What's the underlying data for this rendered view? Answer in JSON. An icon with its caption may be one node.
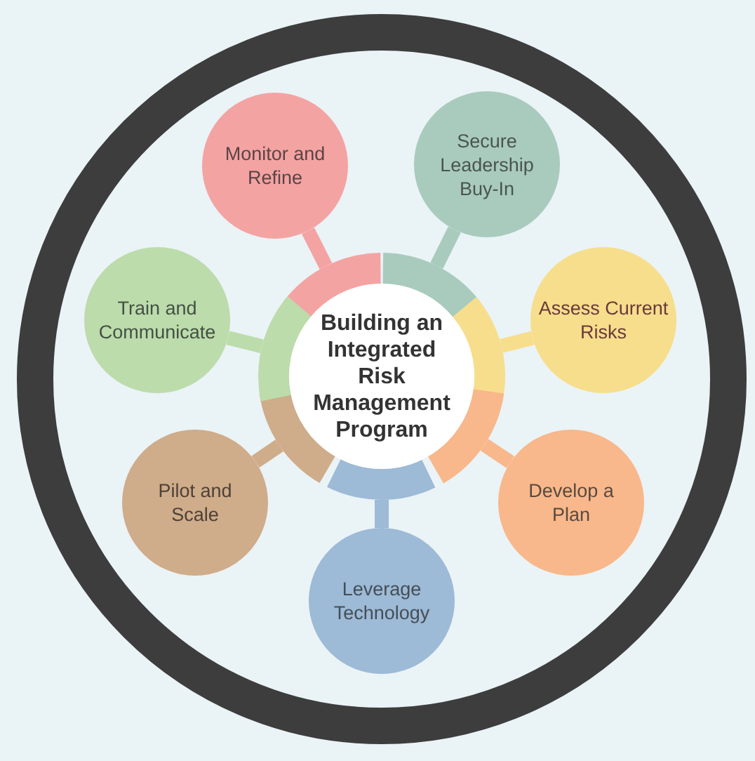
{
  "diagram": {
    "nodes": [
      {
        "text": [
          "Building an Integrated Risk Management Program"
        ]
      },
      {
        "text": [
          "Monitor and Refine"
        ]
      },
      {
        "text": [
          "Secure Leadership Buy-In"
        ]
      },
      {
        "text": [
          "Assess Current Risks"
        ]
      },
      {
        "text": [
          "Develop a Plan"
        ]
      },
      {
        "text": [
          "Leverage Technology"
        ]
      },
      {
        "text": [
          "Pilot and Scale"
        ]
      },
      {
        "text": [
          "Train and Communicate"
        ]
      }
    ],
    "edges": [
      {
        "from": 0,
        "to": 1,
        "arrow": "none",
        "color": "#f4a3a3"
      },
      {
        "from": 0,
        "to": 2,
        "arrow": "none",
        "color": "#a9cbbe"
      },
      {
        "from": 0,
        "to": 3,
        "arrow": "none",
        "color": "#f7de8c"
      },
      {
        "from": 0,
        "to": 4,
        "arrow": "none",
        "color": "#f8b88b"
      },
      {
        "from": 0,
        "to": 5,
        "arrow": "none",
        "color": "#9dbad6"
      },
      {
        "from": 0,
        "to": 6,
        "arrow": "none",
        "color": "#cfac8a"
      },
      {
        "from": 0,
        "to": 7,
        "arrow": "none",
        "color": "#bcdcab"
      }
    ]
  }
}
